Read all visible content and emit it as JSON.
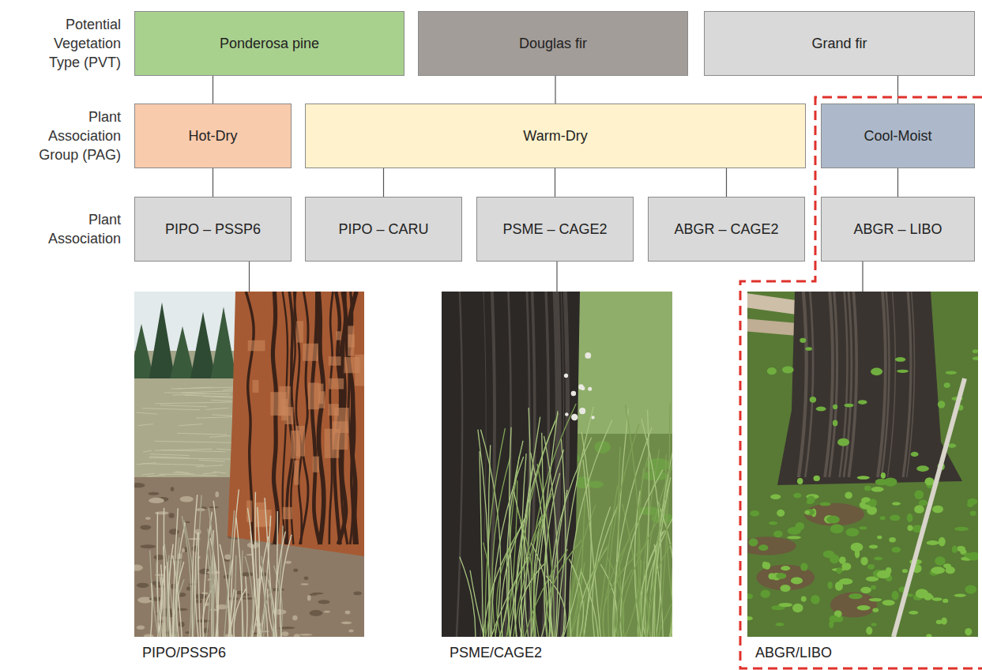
{
  "diagram": {
    "nodes": [
      {
        "text": [
          "Ponderosa pine"
        ]
      },
      {
        "text": [
          "Douglas fir"
        ]
      },
      {
        "text": [
          "Grand fir"
        ]
      },
      {
        "text": [
          "Hot-Dry"
        ]
      },
      {
        "text": [
          "Warm-Dry"
        ]
      },
      {
        "text": [
          "Cool-Moist"
        ]
      },
      {
        "text": [
          "PIPO – PSSP6"
        ]
      },
      {
        "text": [
          "PIPO – CARU"
        ]
      },
      {
        "text": [
          "PSME – CAGE2"
        ]
      },
      {
        "text": [
          "ABGR – CAGE2"
        ]
      },
      {
        "text": [
          "ABGR – LIBO"
        ]
      },
      {
        "text": [
          "PIPO/PSSP6"
        ]
      },
      {
        "text": [
          "PSME/CAGE2"
        ]
      },
      {
        "text": [
          "ABGR/LIBO"
        ]
      }
    ],
    "edges": [
      {
        "from": 0,
        "to": 3,
        "arrow": "none"
      },
      {
        "from": 1,
        "to": 4,
        "arrow": "none"
      },
      {
        "from": 2,
        "to": 5,
        "arrow": "none"
      },
      {
        "from": 3,
        "to": 6,
        "arrow": "none"
      },
      {
        "from": 4,
        "to": 7,
        "arrow": "none"
      },
      {
        "from": 4,
        "to": 8,
        "arrow": "none"
      },
      {
        "from": 4,
        "to": 9,
        "arrow": "none"
      },
      {
        "from": 5,
        "to": 10,
        "arrow": "none"
      },
      {
        "from": 6,
        "to": 11,
        "arrow": "none"
      },
      {
        "from": 8,
        "to": 12,
        "arrow": "none"
      },
      {
        "from": 10,
        "to": 13,
        "arrow": "none"
      }
    ],
    "labels": [
      "Potential Vegetation Type (PVT)",
      "Plant Association Group (PAG)",
      "Plant Association"
    ]
  }
}
